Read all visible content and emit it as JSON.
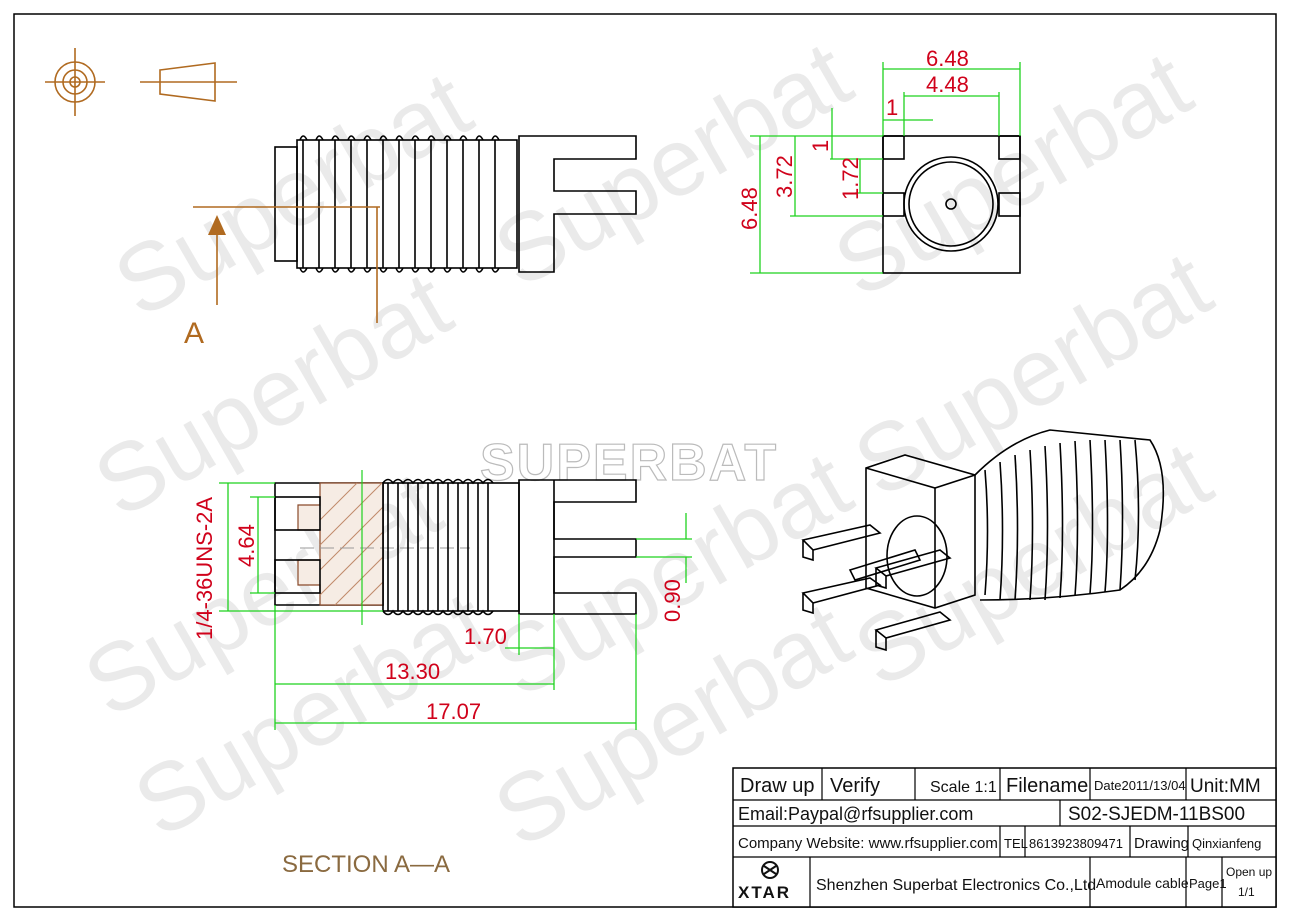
{
  "watermarks": {
    "brand_center": "SUPERBAT",
    "brand_repeat": "Superbat"
  },
  "top_view": {
    "dims": {
      "width_outer": "6.48",
      "width_inner": "4.48",
      "pad": "1",
      "height": "6.48",
      "h2": "3.72",
      "h3": "1",
      "h4": "1.72"
    }
  },
  "side_view": {
    "section_marker": "A"
  },
  "section_view": {
    "thread_label": "1/4-36UNS-2A",
    "dims": {
      "bore": "4.64",
      "pin": "0.90",
      "flange": "1.70",
      "body": "13.30",
      "total": "17.07"
    },
    "label": "SECTION  A—A"
  },
  "title_block": {
    "draw_up": "Draw up",
    "verify": "Verify",
    "scale": "Scale 1:1",
    "filename": "Filename",
    "date": "Date2011/13/04",
    "unit": "Unit:MM",
    "email": "Email:Paypal@rfsupplier.com",
    "part_no": "S02-SJEDM-11BS00",
    "website": "Company Website:  www.rfsupplier.com",
    "tel_label": "TEL",
    "tel": "8613923809471",
    "drawing_label": "Drawing",
    "drawer": "Qinxianfeng",
    "logo_text": "XTAR",
    "company": "Shenzhen Superbat Electronics Co.,Ltd",
    "product": "Amodule cable",
    "page": "Page1",
    "open_up": "Open up",
    "open_up_val": "1/1"
  },
  "colors": {
    "dimension": "#d0021b",
    "extension": "#1fd21f",
    "outline": "#000000",
    "section": "#8a4a2a"
  }
}
